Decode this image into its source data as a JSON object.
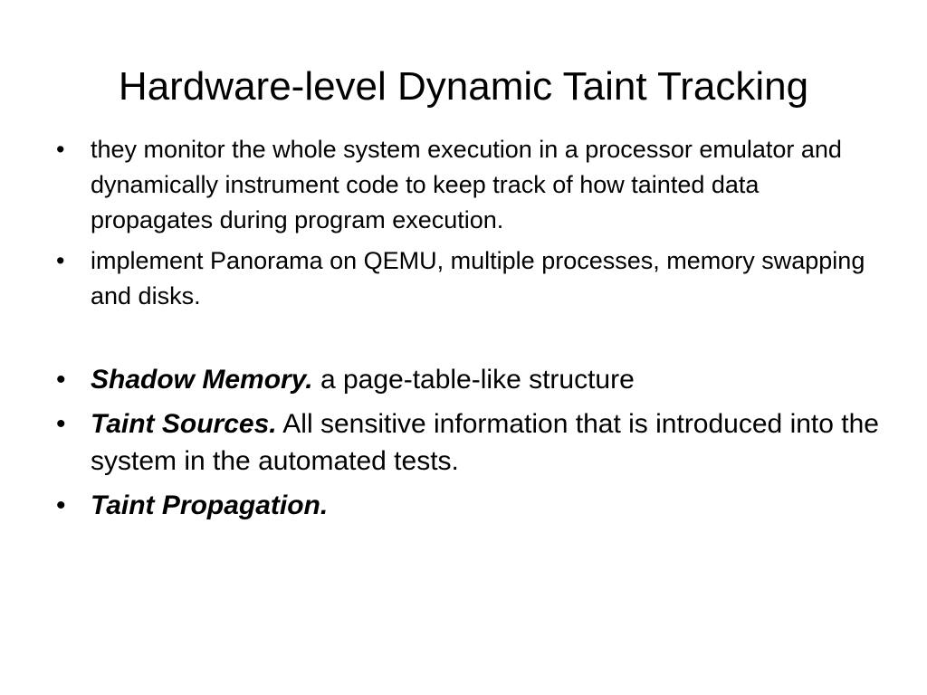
{
  "slide": {
    "title": "Hardware-level Dynamic Taint Tracking",
    "bullet_glyph": "•",
    "bullets": [
      {
        "term": "",
        "text": "they monitor the whole system execution in a processor emulator and dynamically instrument code to keep track of how tainted data propagates during program execution."
      },
      {
        "term": "",
        "text": "implement Panorama on QEMU, multiple processes, memory swapping and disks."
      },
      {
        "term": "Shadow Memory.",
        "text": " a page-table-like structure"
      },
      {
        "term": "Taint Sources.",
        "text": " All sensitive information that is introduced into the system in the automated tests."
      },
      {
        "term": "Taint Propagation.",
        "text": ""
      }
    ]
  }
}
